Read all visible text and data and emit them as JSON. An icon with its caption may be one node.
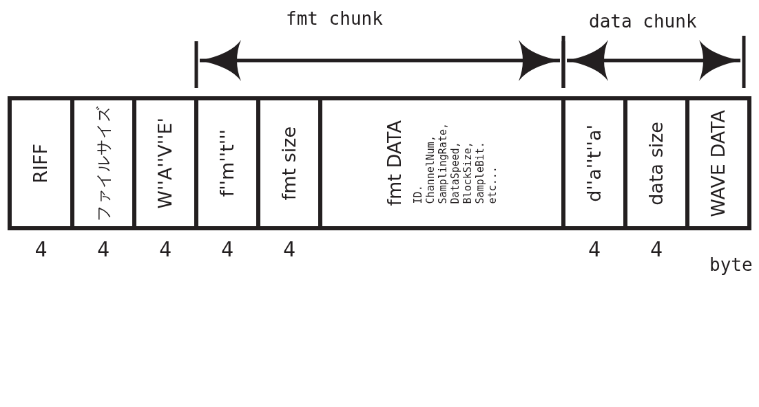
{
  "diagram": {
    "nodes": [
      {
        "text": [
          "RIFF"
        ],
        "beside": [
          "4"
        ]
      },
      {
        "text": [
          "ファイルサイズ"
        ],
        "beside": [
          "4"
        ]
      },
      {
        "text": [
          "W''A''V''E'"
        ],
        "beside": [
          "4"
        ]
      },
      {
        "text": [
          "f''m''t'''"
        ],
        "beside": [
          "4"
        ]
      },
      {
        "text": [
          "fmt size"
        ],
        "beside": [
          "4"
        ]
      },
      {
        "text": [
          "fmt DATA",
          "ID. ChannelNum, SamplingRate, DataSpeed, BlockSize, SampleBit. etc..."
        ]
      },
      {
        "text": [
          "d''a''t''a'"
        ],
        "beside": [
          "4"
        ]
      },
      {
        "text": [
          "data size"
        ],
        "beside": [
          "4"
        ]
      },
      {
        "text": [
          "WAVE DATA"
        ]
      }
    ],
    "labels": [
      "fmt chunk",
      "data chunk",
      "byte"
    ]
  }
}
